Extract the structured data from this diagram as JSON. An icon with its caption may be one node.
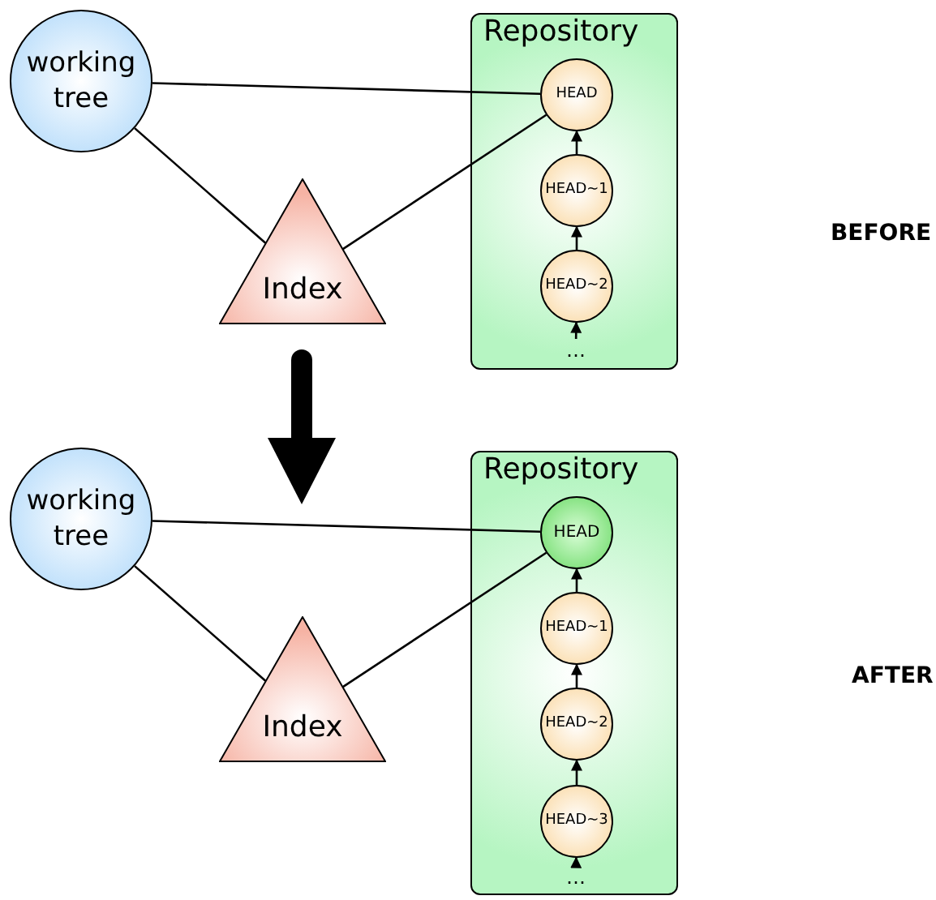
{
  "diagram": {
    "nodes": [
      {
        "text": [
          "working tree"
        ]
      },
      {
        "text": [
          "Index"
        ]
      },
      {
        "text": [
          "Repository"
        ]
      },
      {
        "text": [
          "HEAD"
        ],
        "in": 2
      },
      {
        "text": [
          "HEAD~1"
        ],
        "in": 2
      },
      {
        "text": [
          "HEAD~2"
        ],
        "in": 2
      },
      {
        "text": [
          "…"
        ],
        "in": 2
      },
      {
        "text": [
          "working tree"
        ]
      },
      {
        "text": [
          "Index"
        ]
      },
      {
        "text": [
          "Repository"
        ]
      },
      {
        "text": [
          "HEAD"
        ],
        "in": 9
      },
      {
        "text": [
          "HEAD~1"
        ],
        "in": 9
      },
      {
        "text": [
          "HEAD~2"
        ],
        "in": 9
      },
      {
        "text": [
          "HEAD~3"
        ],
        "in": 9
      },
      {
        "text": [
          "…"
        ],
        "in": 9
      }
    ],
    "edges": [
      {
        "from": 0,
        "to": 3,
        "arrow": "none"
      },
      {
        "from": 0,
        "to": 1,
        "arrow": "none"
      },
      {
        "from": 1,
        "to": 3,
        "arrow": "none"
      },
      {
        "from": 4,
        "to": 3,
        "arrow": "to"
      },
      {
        "from": 5,
        "to": 4,
        "arrow": "to"
      },
      {
        "from": 6,
        "to": 5,
        "arrow": "to"
      },
      {
        "from": 7,
        "to": 10,
        "arrow": "none"
      },
      {
        "from": 7,
        "to": 8,
        "arrow": "none"
      },
      {
        "from": 8,
        "to": 10,
        "arrow": "none"
      },
      {
        "from": 11,
        "to": 10,
        "arrow": "to"
      },
      {
        "from": 12,
        "to": 11,
        "arrow": "to"
      },
      {
        "from": 13,
        "to": 12,
        "arrow": "to"
      },
      {
        "from": 14,
        "to": 13,
        "arrow": "to"
      }
    ],
    "labels": [
      "BEFORE",
      "AFTER"
    ]
  }
}
